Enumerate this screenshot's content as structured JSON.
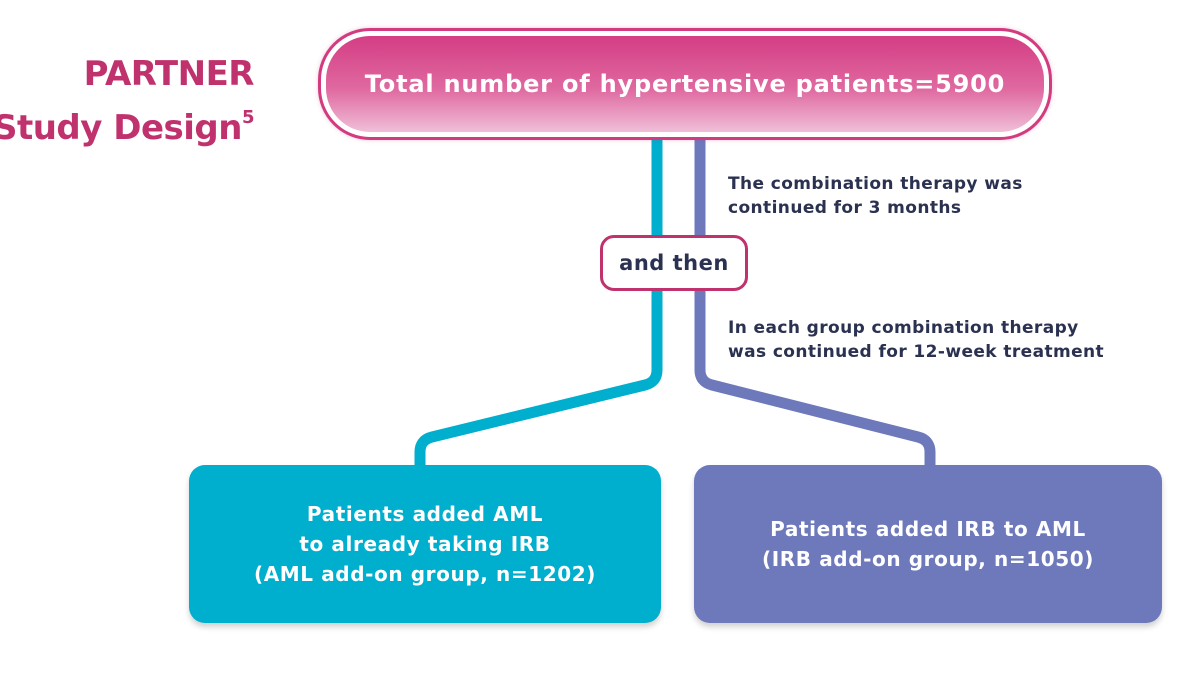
{
  "title": {
    "line1": "PARTNER",
    "line2": "Study Design",
    "superscript": "5"
  },
  "top_box": {
    "text": "Total number of hypertensive patients=5900"
  },
  "and_then": {
    "text": "and then"
  },
  "notes": {
    "first": {
      "line1": "The combination therapy was",
      "line2": "continued for 3 months"
    },
    "second": {
      "line1": "In each group combination therapy",
      "line2": "was continued for 12-week treatment"
    }
  },
  "groups": {
    "left": {
      "line1": "Patients added AML",
      "line2": "to already taking IRB",
      "line3": "(AML add-on group, n=1202)"
    },
    "right": {
      "line1": "Patients added IRB to AML",
      "line2": "(IRB add-on group, n=1050)"
    }
  },
  "colors": {
    "magenta": "#d23b80",
    "title": "#c0326e",
    "teal": "#00aecd",
    "purple": "#6e79bc",
    "text_dark": "#2b3150"
  }
}
